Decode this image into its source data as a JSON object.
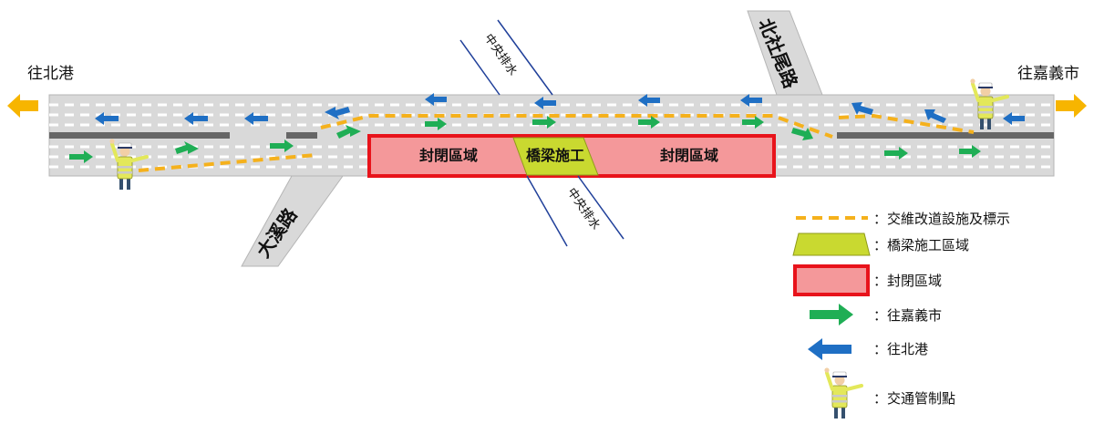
{
  "destinations": {
    "left": "往北港",
    "right": "往嘉義市"
  },
  "roads": {
    "north_cross": "北社尾路",
    "south_cross": "大溪路"
  },
  "canal": {
    "upper": "中央排水",
    "lower": "中央排水"
  },
  "zones": {
    "closed_left": "封閉區域",
    "bridge": "橋梁施工",
    "closed_right": "封閉區域"
  },
  "legend": {
    "detour": "：交維改道設施及標示",
    "bridge_area": "：橋梁施工區域",
    "closed_area": "：封閉區域",
    "to_chiayi": "：往嘉義市",
    "to_beigang": "：往北港",
    "control_point": "：交通管制點"
  },
  "colors": {
    "road": "#d9d9d9",
    "road_edge": "#b5b5b5",
    "lane_mark": "#ffffff",
    "closed_fill": "#f4989a",
    "closed_border": "#e8131b",
    "bridge_fill": "#c9d930",
    "detour_line": "#f5b11c",
    "arrow_east": "#1fae55",
    "arrow_west": "#1f6fc4",
    "destination_arrow": "#f7b500",
    "canal_line": "#20409a",
    "median": "#666666"
  }
}
